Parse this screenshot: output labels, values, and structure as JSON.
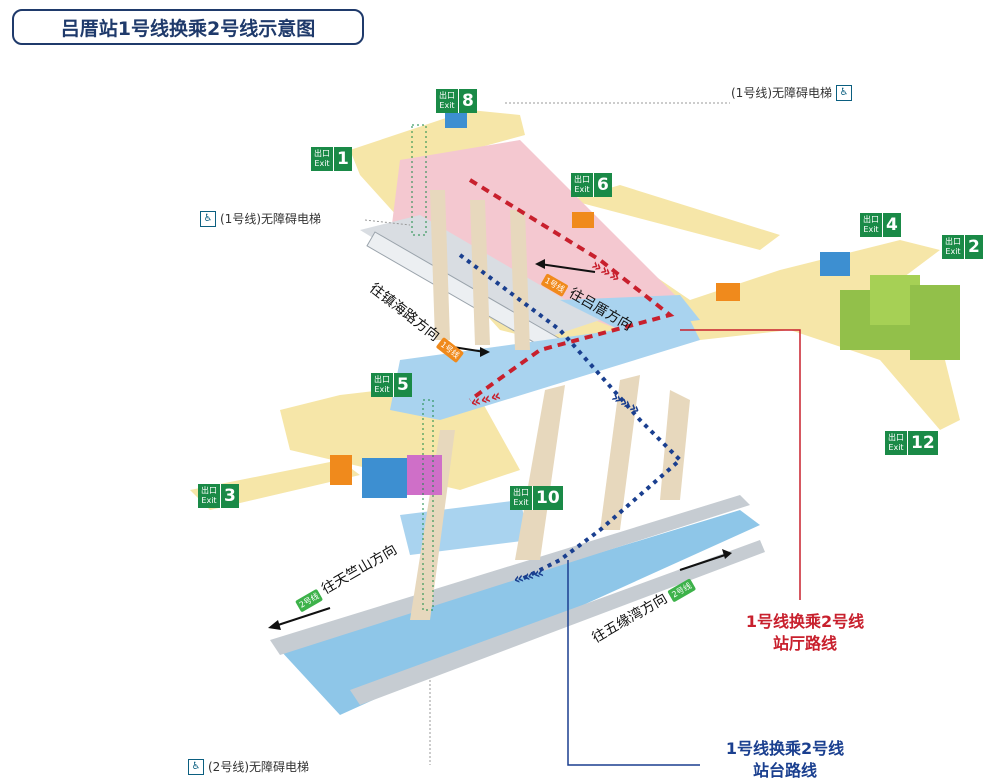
{
  "title": "吕厝站1号线换乘2号线示意图",
  "exit_label_cn": "出口",
  "exit_label_en": "Exit",
  "exits": [
    "8",
    "1",
    "6",
    "4",
    "2",
    "5",
    "3",
    "10",
    "12"
  ],
  "elevators": {
    "top_right": "(1号线)无障碍电梯",
    "mid_left": "(1号线)无障碍电梯",
    "bottom_left": "(2号线)无障碍电梯"
  },
  "directions": {
    "line1_west": "往镇海路方向",
    "line1_east": "往吕厝方向",
    "line2_west": "往天竺山方向",
    "line2_east": "往五缘湾方向",
    "line1_badge": "1号线",
    "line2_badge": "2号线"
  },
  "routes": {
    "hall_line1": "1号线换乘2号线",
    "hall_line2": "站厅路线",
    "platform_line1": "1号线换乘2号线",
    "platform_line2": "站台路线"
  },
  "colors": {
    "hall_route": "#c8202d",
    "platform_route": "#1a3f8f",
    "exit_green": "#1a8a47",
    "concourse": "#f6e6a8",
    "line1_hall": "#f4c8d0",
    "platform_blue": "#8ec6e8"
  }
}
